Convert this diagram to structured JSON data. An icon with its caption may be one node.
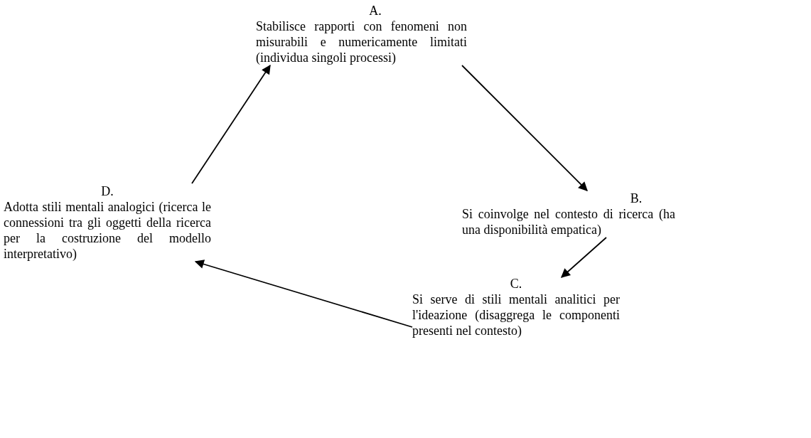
{
  "diagram": {
    "nodes": [
      {
        "text": [
          "A.",
          "Stabilisce rapporti con fenomeni non misurabili e numericamente limitati (individua singoli processi)"
        ]
      },
      {
        "text": [
          "B.",
          "Si coinvolge nel contesto di ricerca (ha una disponibilità empatica)"
        ]
      },
      {
        "text": [
          "C.",
          "Si serve di stili mentali analitici per l'ideazione (disaggrega le componenti presenti nel contesto)"
        ]
      },
      {
        "text": [
          "D.",
          "Adotta stili mentali analogici (ricerca le connessioni tra gli oggetti della ricerca per la costruzione del modello interpretativo)"
        ]
      }
    ],
    "edges": [
      {
        "from": 0,
        "to": 1,
        "arrow": "to"
      },
      {
        "from": 1,
        "to": 2,
        "arrow": "to"
      },
      {
        "from": 2,
        "to": 3,
        "arrow": "to"
      },
      {
        "from": 3,
        "to": 0,
        "arrow": "to"
      }
    ]
  }
}
